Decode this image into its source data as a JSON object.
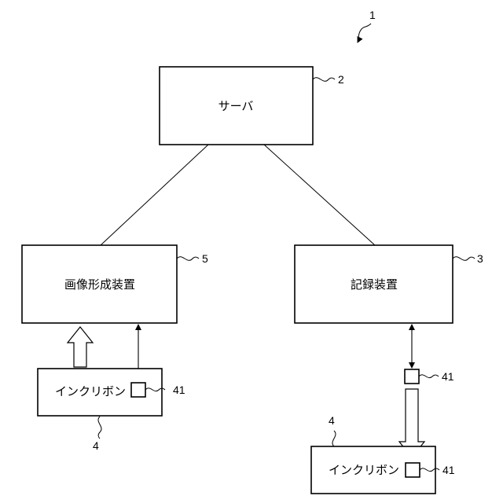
{
  "figure_number": "1",
  "nodes": {
    "server": {
      "label": "サーバ",
      "ref": "2"
    },
    "image_forming_device": {
      "label": "画像形成装置",
      "ref": "5"
    },
    "recording_device": {
      "label": "記録装置",
      "ref": "3"
    },
    "ink_ribbon_left": {
      "label": "インクリボン",
      "ref": "4",
      "chip_ref": "41"
    },
    "chip_standalone": {
      "ref": "41"
    },
    "ink_ribbon_right": {
      "label": "インクリボン",
      "ref": "4",
      "chip_ref": "41"
    }
  }
}
